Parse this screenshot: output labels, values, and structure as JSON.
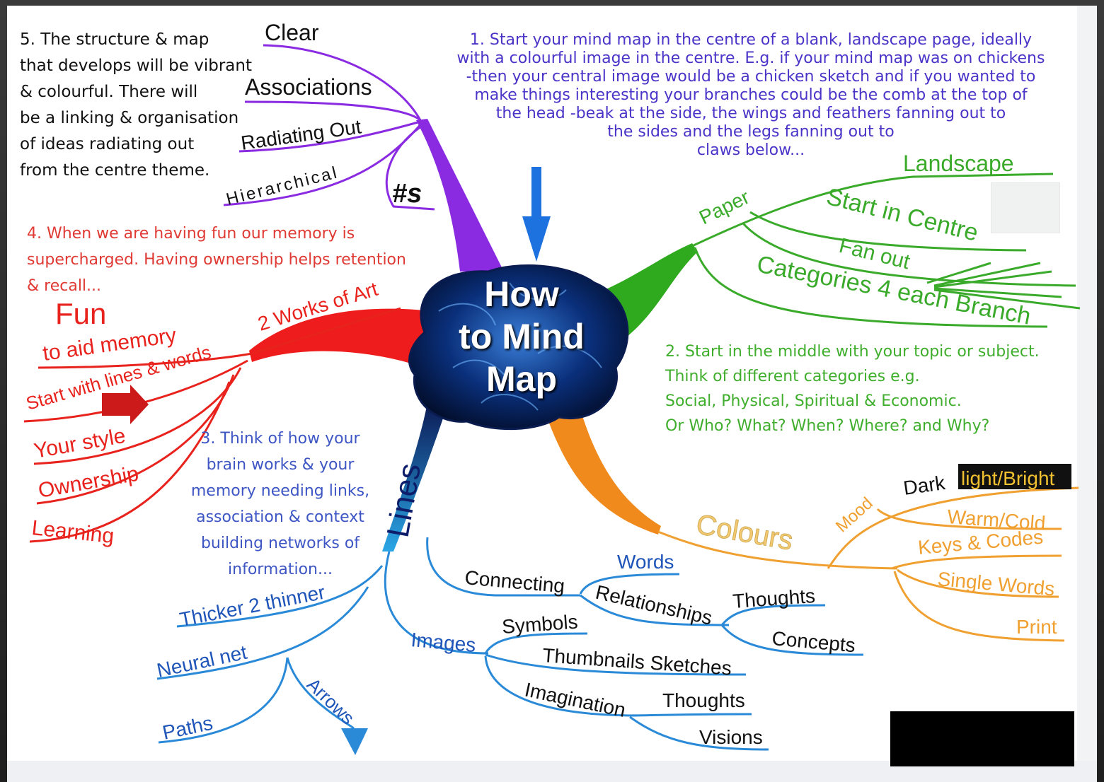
{
  "central_topic": {
    "title_lines": [
      "How",
      "to Mind",
      "Map"
    ]
  },
  "notes": {
    "note_5": "5. The structure & map\nthat develops will be vibrant\n& colourful. There will\nbe a linking & organisation\nof ideas radiating out\nfrom the centre theme.",
    "note_1": "1.  Start your mind map in the centre of a blank, landscape page, ideally\nwith a colourful image in the centre.  E.g. if your mind map was on chickens\n-then your central image would be a chicken sketch and if you wanted to\nmake things interesting your branches could be the comb at the top of\nthe head -beak at the side, the wings and feathers fanning out to\nthe sides and the legs fanning out to\nclaws below...",
    "note_4": "4. When we are having fun our memory is\nsupercharged. Having ownership helps retention\n& recall...",
    "note_2": "2. Start in the middle with your topic or subject.\nThink of different categories e.g.\nSocial, Physical, Spiritual & Economic.\nOr Who? What? When? Where? and Why?",
    "note_3": "3. Think of how your\nbrain works & your\nmemory needing links,\nassociation & context\nbuilding networks of\ninformation..."
  },
  "branches": {
    "structure": {
      "color": "#8a2be2",
      "labels": {
        "clear": "Clear",
        "associations": "Associations",
        "radiating_out": "Radiating Out",
        "hierarchical": "Hierarchical",
        "numbers": "#s"
      }
    },
    "paper": {
      "color": "#3aaa2a",
      "labels": {
        "paper": "Paper",
        "landscape": "Landscape",
        "start_in_centre": "Start in Centre",
        "fan_out": "Fan out",
        "categories": "Categories 4 each Branch"
      }
    },
    "fun": {
      "color": "#e8221c",
      "labels": {
        "works_of_art": "2 Works of Art",
        "fun": "Fun",
        "to_aid_memory": "to aid memory",
        "start_with": "Start with lines & words",
        "your_style": "Your style",
        "ownership": "Ownership",
        "learning": "Learning"
      }
    },
    "colours": {
      "color": "#f08a1c",
      "labels": {
        "colours": "Colours",
        "mood": "Mood",
        "dark": "Dark",
        "light_bright": "light/Bright",
        "warm_cold": "Warm/Cold",
        "keys_codes": "Keys & Codes",
        "single_words": "Single Words",
        "print": "Print"
      }
    },
    "lines": {
      "color": "#2a8ad8",
      "labels": {
        "lines": "Lines",
        "connecting": "Connecting",
        "words": "Words",
        "relationships": "Relationships",
        "thoughts_1": "Thoughts",
        "concepts": "Concepts",
        "images": "Images",
        "symbols": "Symbols",
        "thumbnails": "Thumbnails Sketches",
        "imagination": "Imagination",
        "thoughts_2": "Thoughts",
        "visions": "Visions",
        "thicker": "Thicker 2 thinner",
        "neural_net": "Neural net",
        "paths": "Paths",
        "arrows": "Arrows"
      }
    }
  },
  "colors": {
    "note_1": "#4a34c8",
    "note_2": "#3fae2c",
    "note_3": "#3d56c4",
    "note_4": "#e03a34",
    "note_5": "#111111"
  }
}
